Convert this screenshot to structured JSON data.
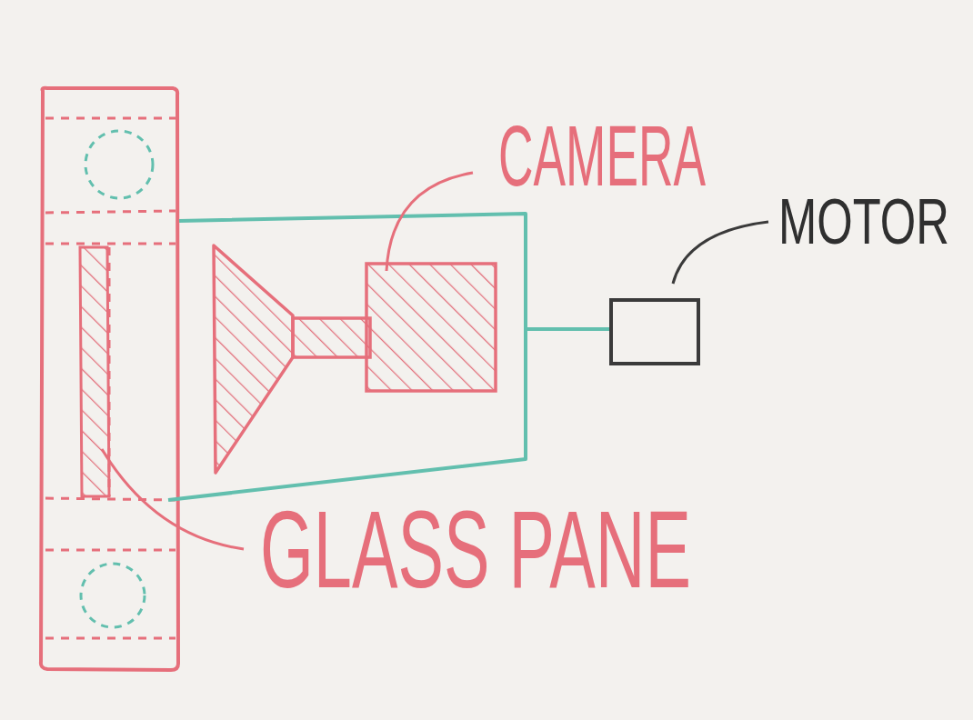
{
  "diagram": {
    "labels": [
      "CAMERA",
      "MOTOR",
      "GLASS PANE"
    ]
  }
}
